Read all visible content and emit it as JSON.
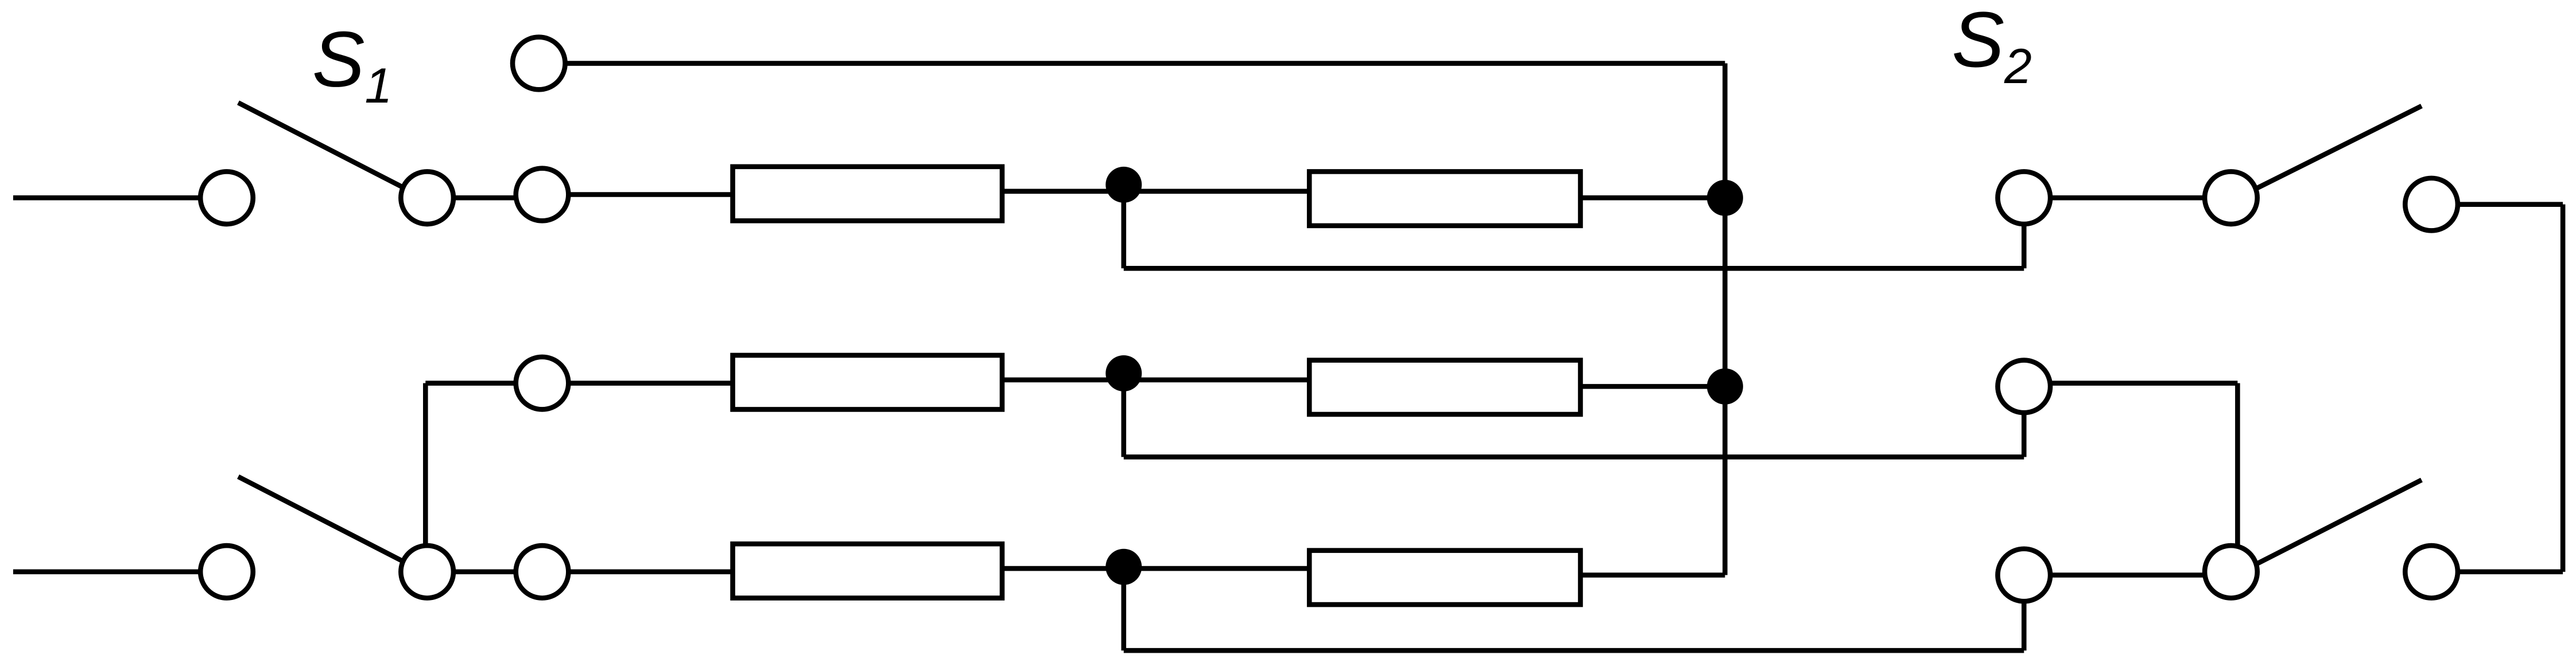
{
  "labels": {
    "s1": {
      "main": "S",
      "sub": "1"
    },
    "s2": {
      "main": "S",
      "sub": "2"
    }
  },
  "colors": {
    "stroke": "#000000",
    "background": "#ffffff"
  }
}
